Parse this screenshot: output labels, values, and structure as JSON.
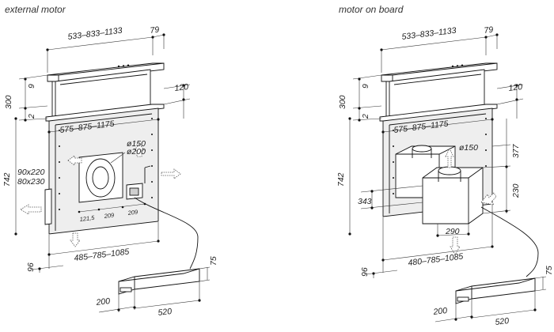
{
  "left": {
    "title": "external motor",
    "top_width": "533–833–1133",
    "top_depth": "79",
    "h9": "9",
    "h2": "2",
    "h300": "300",
    "h742": "742",
    "side120": "120",
    "mid_width": "575–875–1175",
    "duct_a": "90x220",
    "duct_b": "80x230",
    "dia150": "ø150",
    "dia200": "ø200",
    "small_a": "121,5",
    "small_b": "209",
    "small_c": "209",
    "bottom_width": "485–785–1085",
    "d96": "96",
    "box75": "75",
    "box200": "200",
    "box520": "520"
  },
  "right": {
    "title": "motor on board",
    "top_width": "533–833–1133",
    "top_depth": "79",
    "h9": "9",
    "h2": "2",
    "h300": "300",
    "h742": "742",
    "side120": "120",
    "mid_width": "575–875–1175",
    "dia150": "ø150",
    "d377": "377",
    "d230": "230",
    "d343": "343",
    "d290": "290",
    "bottom_width": "480–785–1085",
    "d96": "96",
    "box75": "75",
    "box200": "200",
    "box520": "520"
  }
}
